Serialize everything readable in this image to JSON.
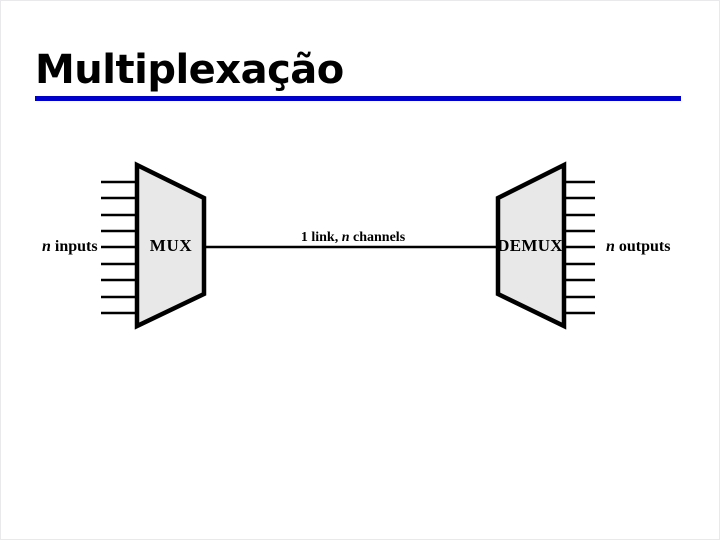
{
  "slide": {
    "title": "Multiplexação",
    "accent_color": "#0000CC",
    "background_color": "#ffffff"
  },
  "diagram": {
    "name": "multiplexing-demultiplexing-diagram",
    "block_fill_color": "#e8e8e8",
    "block_stroke_color": "#000000",
    "mux": {
      "label": "MUX",
      "input_line_count": 9,
      "input_label_prefix": "n",
      "input_label_text": " inputs"
    },
    "demux": {
      "label": "DEMUX",
      "output_line_count": 9,
      "output_label_prefix": "n",
      "output_label_text": " outputs"
    },
    "link": {
      "label_prefix": "1 link, ",
      "label_italic": "n",
      "label_suffix": " channels"
    }
  }
}
